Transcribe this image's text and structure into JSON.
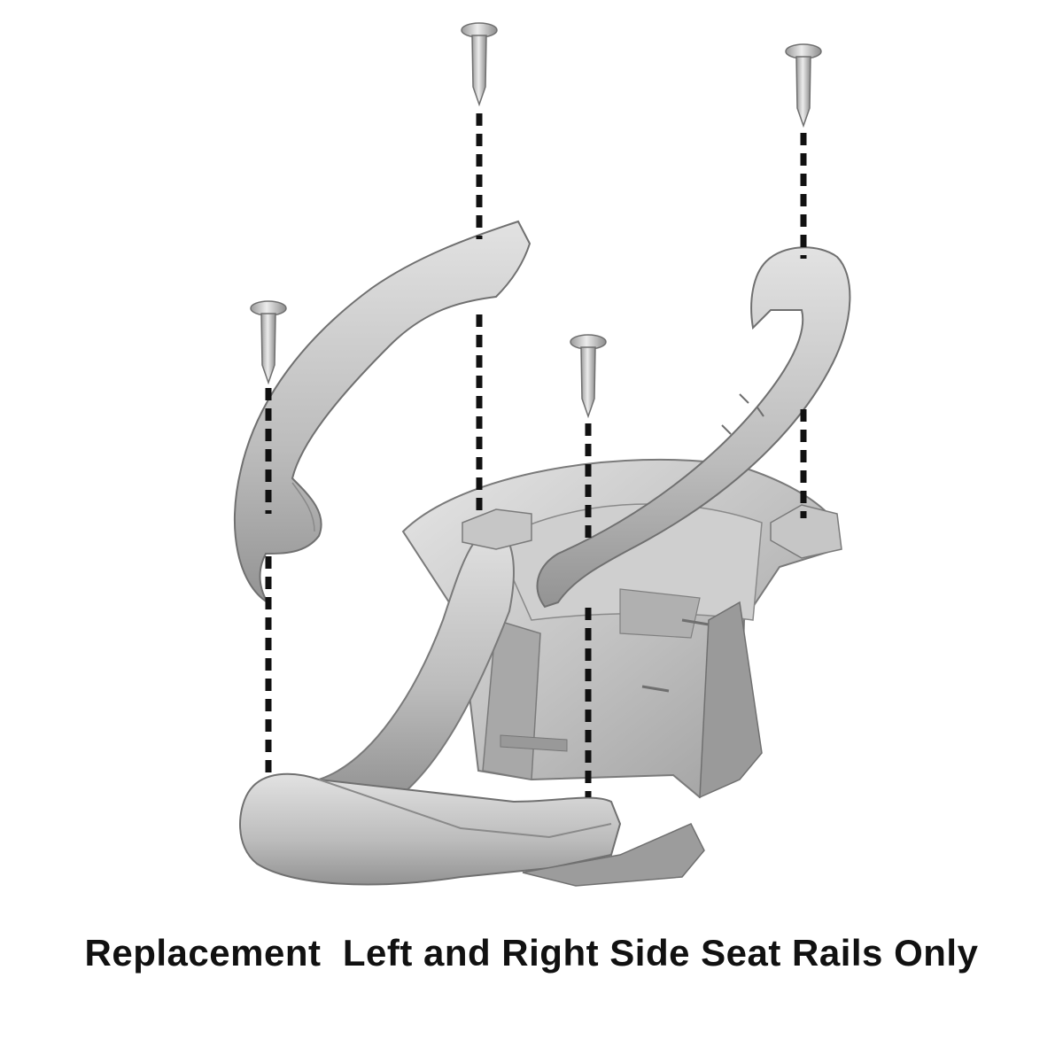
{
  "caption": "Replacement  Left and Right Side Seat Rails Only",
  "colors": {
    "part_fill": "#bdbdbd",
    "part_light": "#dedede",
    "part_dark": "#8e8e8e",
    "outline": "#6f6f6f",
    "dash": "#111111",
    "screw_fill": "#c8c8c8"
  },
  "icons": [
    "screw-icon",
    "left-seat-rail",
    "right-seat-rail",
    "seat-base",
    "dashed-guide-line"
  ]
}
